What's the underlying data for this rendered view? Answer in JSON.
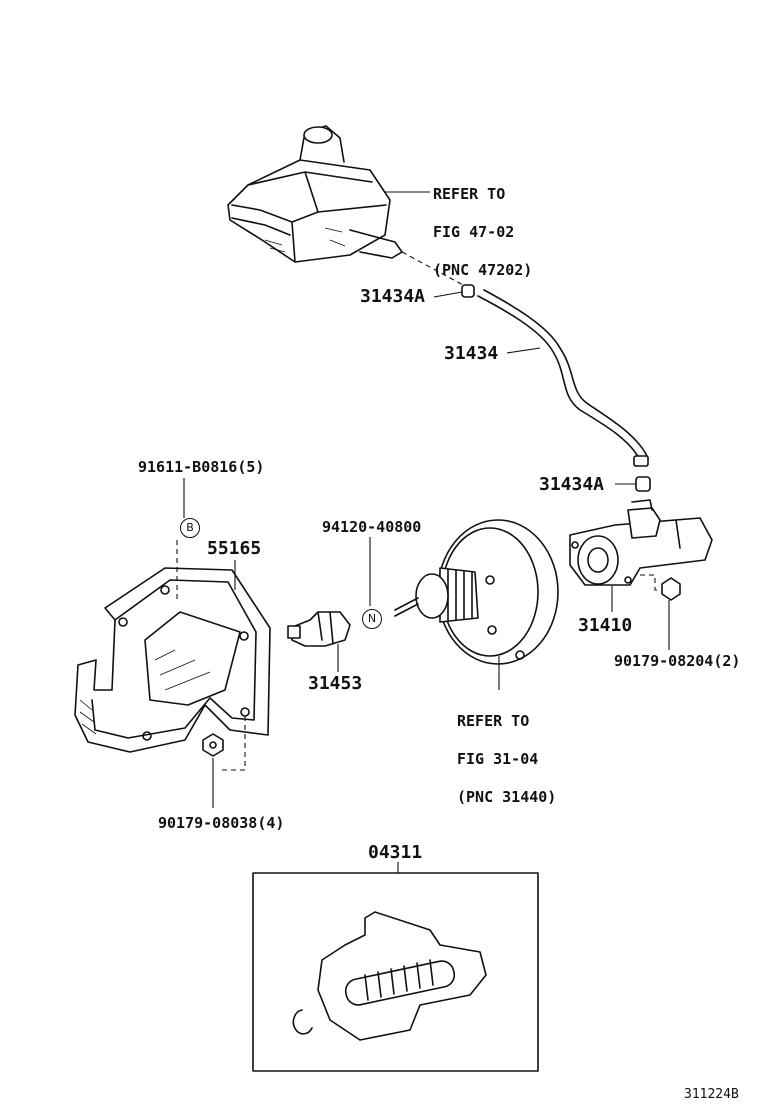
{
  "parts": {
    "reservoir_ref": {
      "line1": "REFER TO",
      "line2": "FIG 47-02",
      "line3": "(PNC 47202)"
    },
    "clamp_upper": "31434A",
    "hose": "31434",
    "clamp_lower": "31434A",
    "bolt": "91611-B0816(5)",
    "bolt_marker": "B",
    "bracket": "55165",
    "clevis": "94120-40800",
    "clevis_marker": "N",
    "master_cylinder": "31410",
    "nut_right": "90179-08204(2)",
    "switch": "31453",
    "booster_ref": {
      "line1": "REFER TO",
      "line2": "FIG 31-04",
      "line3": "(PNC 31440)"
    },
    "nut_left": "90179-08038(4)",
    "kit": "04311"
  },
  "footer": {
    "figure_code": "311224B"
  }
}
